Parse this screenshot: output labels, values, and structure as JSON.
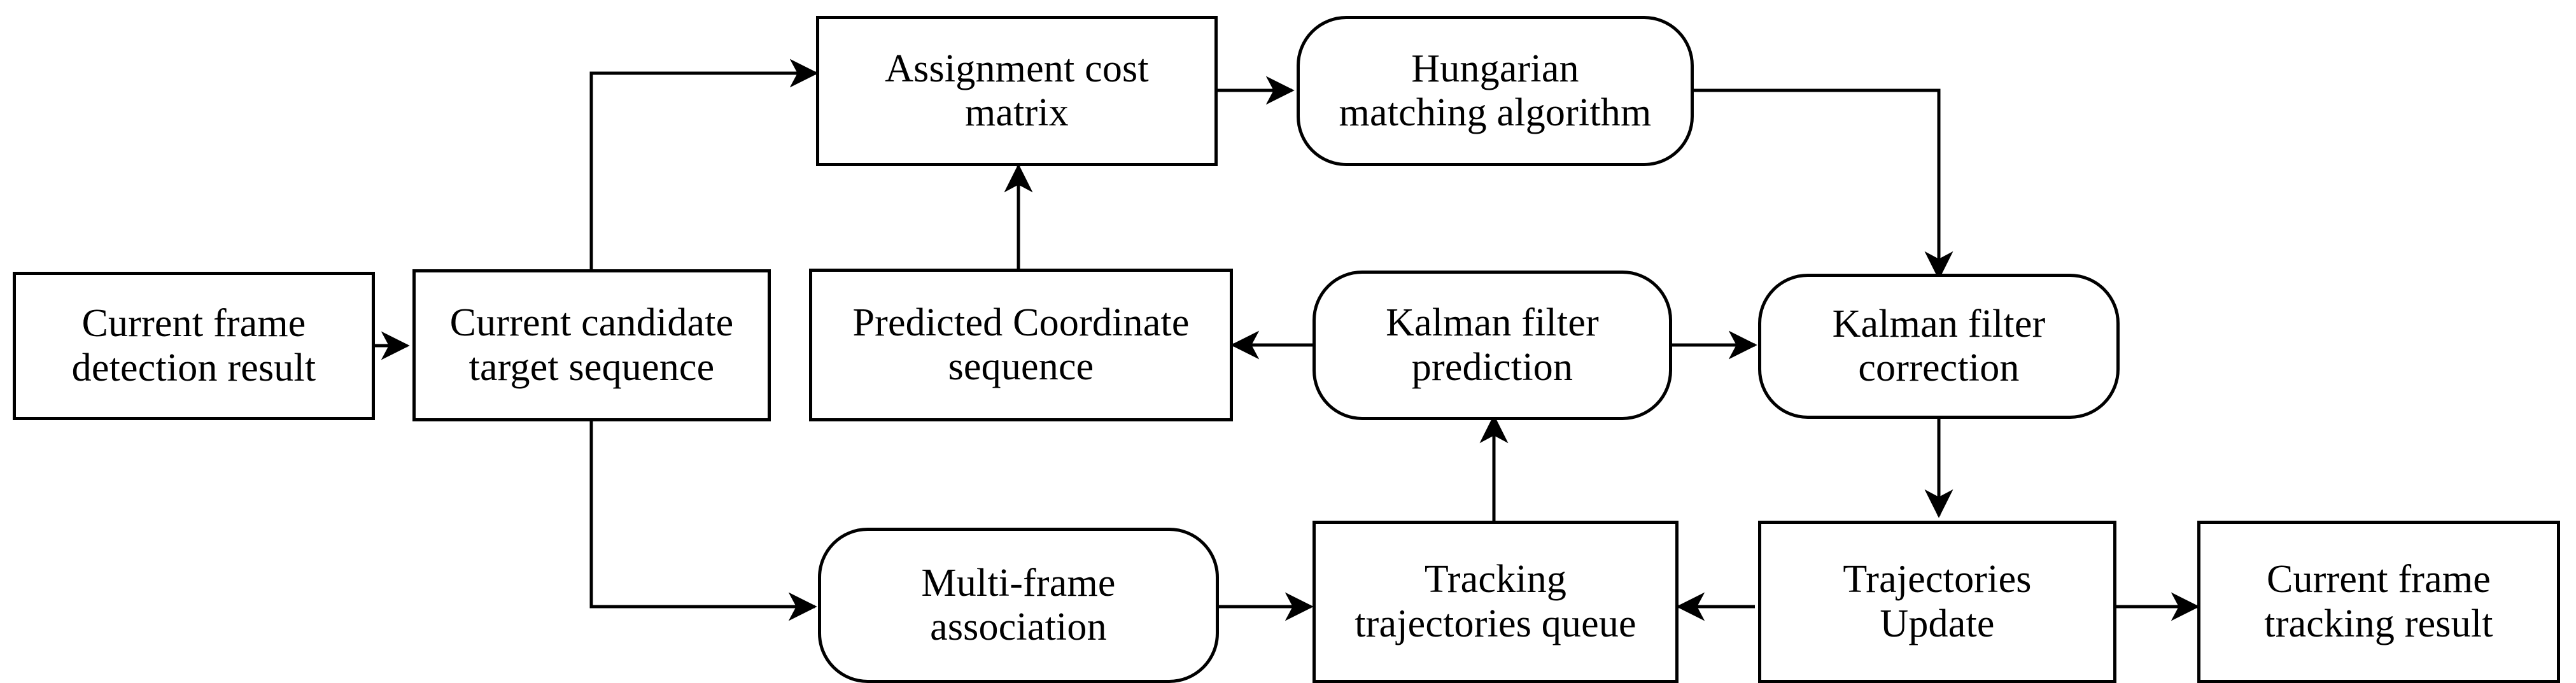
{
  "diagram": {
    "title": "Multi-object tracking pipeline flowchart",
    "stroke_color": "#000000",
    "background_color": "#ffffff",
    "nodes": [
      {
        "id": "current-frame-detection-result",
        "label": "Current frame\ndetection result",
        "shape": "rectangle"
      },
      {
        "id": "current-candidate-target-sequence",
        "label": "Current candidate\ntarget sequence",
        "shape": "rectangle"
      },
      {
        "id": "predicted-coordinate-sequence",
        "label": "Predicted Coordinate\nsequence",
        "shape": "rectangle"
      },
      {
        "id": "assignment-cost-matrix",
        "label": "Assignment cost\nmatrix",
        "shape": "rectangle"
      },
      {
        "id": "hungarian-matching-algorithm",
        "label": "Hungarian\nmatching algorithm",
        "shape": "rounded-rectangle"
      },
      {
        "id": "kalman-filter-prediction",
        "label": "Kalman filter\nprediction",
        "shape": "rounded-rectangle"
      },
      {
        "id": "kalman-filter-correction",
        "label": "Kalman filter\ncorrection",
        "shape": "rounded-rectangle"
      },
      {
        "id": "multi-frame-association",
        "label": "Multi-frame\nassociation",
        "shape": "rounded-rectangle"
      },
      {
        "id": "tracking-trajectories-queue",
        "label": "Tracking\ntrajectories queue",
        "shape": "rectangle"
      },
      {
        "id": "trajectories-update",
        "label": "Trajectories\nUpdate",
        "shape": "rectangle"
      },
      {
        "id": "current-frame-tracking-result",
        "label": "Current frame\ntracking result",
        "shape": "rectangle"
      }
    ],
    "edges": [
      {
        "from": "current-frame-detection-result",
        "to": "current-candidate-target-sequence",
        "style": "straight-arrow"
      },
      {
        "from": "current-candidate-target-sequence",
        "to": "assignment-cost-matrix",
        "style": "elbow-arrow-up"
      },
      {
        "from": "current-candidate-target-sequence",
        "to": "multi-frame-association",
        "style": "elbow-arrow-down"
      },
      {
        "from": "predicted-coordinate-sequence",
        "to": "assignment-cost-matrix",
        "style": "straight-arrow-up"
      },
      {
        "from": "assignment-cost-matrix",
        "to": "hungarian-matching-algorithm",
        "style": "straight-arrow"
      },
      {
        "from": "hungarian-matching-algorithm",
        "to": "kalman-filter-correction",
        "style": "elbow-arrow-down"
      },
      {
        "from": "kalman-filter-prediction",
        "to": "predicted-coordinate-sequence",
        "style": "straight-arrow-left"
      },
      {
        "from": "kalman-filter-prediction",
        "to": "kalman-filter-correction",
        "style": "straight-arrow"
      },
      {
        "from": "kalman-filter-correction",
        "to": "trajectories-update",
        "style": "straight-arrow-down"
      },
      {
        "from": "multi-frame-association",
        "to": "tracking-trajectories-queue",
        "style": "straight-arrow"
      },
      {
        "from": "tracking-trajectories-queue",
        "to": "kalman-filter-prediction",
        "style": "straight-arrow-up"
      },
      {
        "from": "trajectories-update",
        "to": "tracking-trajectories-queue",
        "style": "straight-arrow-left"
      },
      {
        "from": "trajectories-update",
        "to": "current-frame-tracking-result",
        "style": "straight-arrow"
      }
    ]
  }
}
